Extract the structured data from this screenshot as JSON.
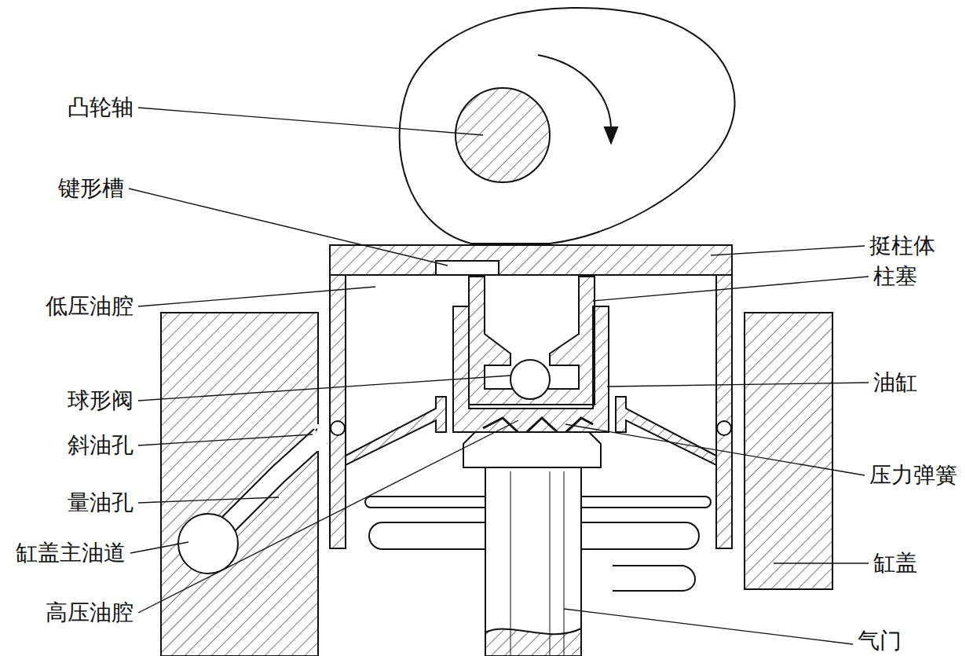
{
  "diagram": {
    "labels": [
      "凸轮轴",
      "键形槽",
      "低压油腔",
      "球形阀",
      "斜油孔",
      "量油孔",
      "缸盖主油道",
      "高压油腔",
      "挺柱体",
      "柱塞",
      "油缸",
      "压力弹簧",
      "缸盖",
      "气门"
    ]
  }
}
